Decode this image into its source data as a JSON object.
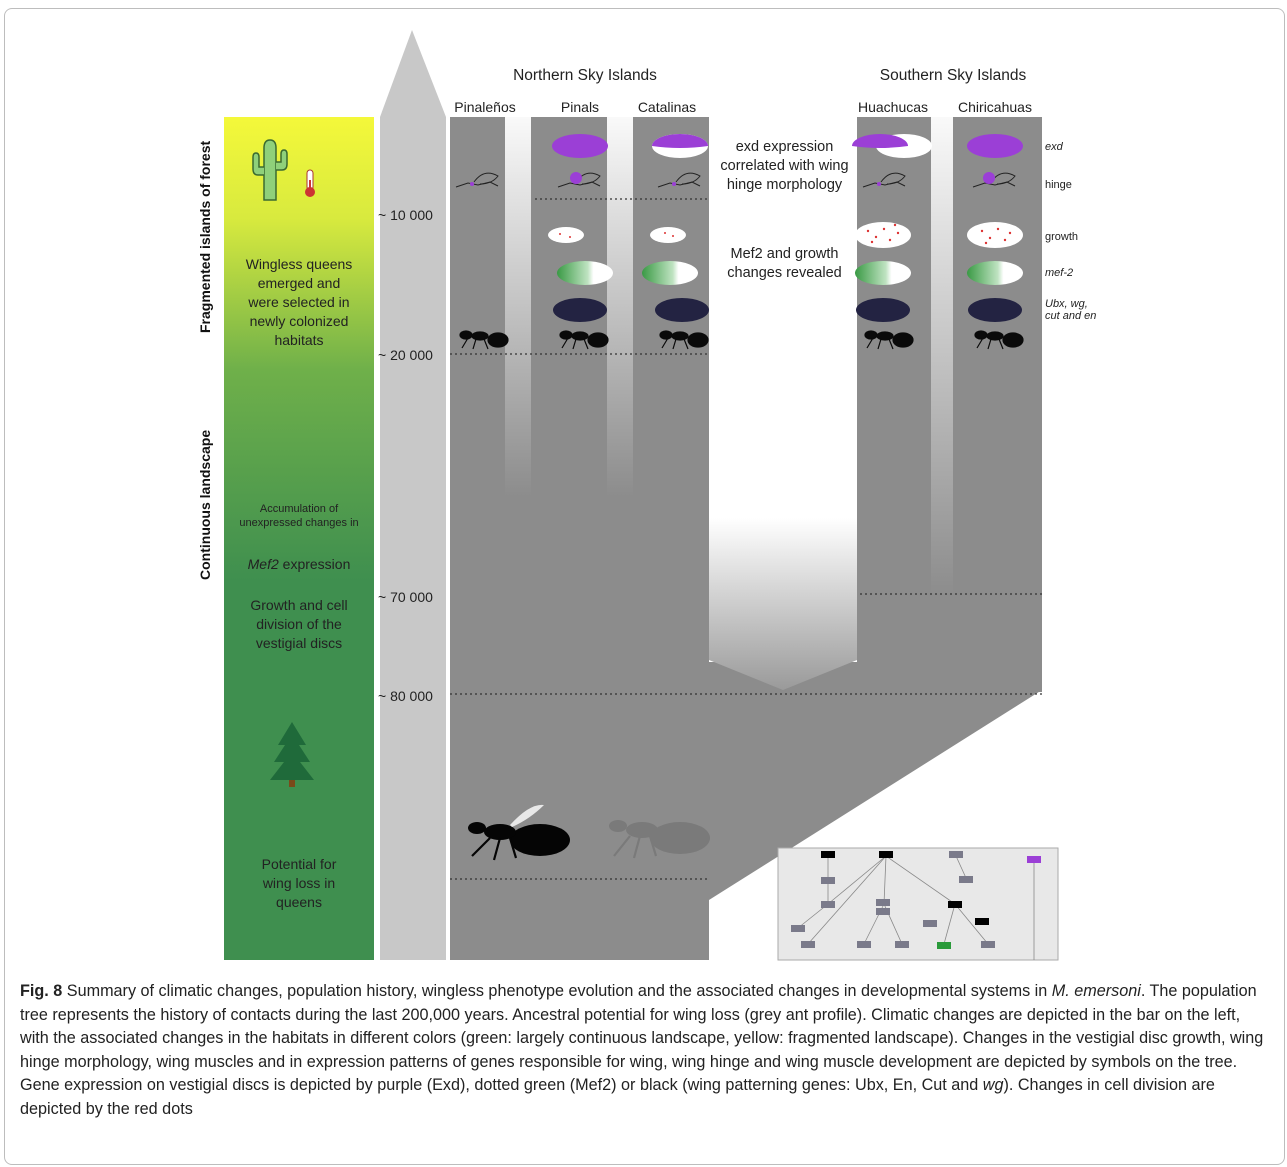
{
  "figure": {
    "side_labels": {
      "fragmented": "Fragmented islands of forest",
      "continuous": "Continuous landscape"
    },
    "stage_texts": {
      "wingless": [
        "Wingless queens",
        "emerged and",
        "were selected in",
        "newly colonized",
        "habitats"
      ],
      "accum1": "Accumulation of",
      "accum2": "unexpressed changes in",
      "mef2_italic": "Mef2",
      "mef2_rest": " expression",
      "growth": [
        "Growth and cell",
        "division of the",
        "vestigial discs"
      ],
      "potential": [
        "Potential  for",
        "wing loss in",
        "queens"
      ]
    },
    "time_labels": [
      "~ 10 000",
      "~ 20 000",
      "~ 70 000",
      "~ 80 000"
    ],
    "groups": {
      "north": "Northern Sky Islands",
      "south": "Southern Sky Islands"
    },
    "populations": [
      "Pinaleños",
      "Pinals",
      "Catalinas",
      "Huachucas",
      "Chiricahuas"
    ],
    "annotations": {
      "exd": [
        "exd expression",
        "correlated with wing",
        "hinge morphology"
      ],
      "mef2": [
        "Mef2 and growth",
        "changes revealed"
      ]
    },
    "row_labels": {
      "exd": "exd",
      "hinge": "hinge",
      "growth": "growth",
      "mef": "mef-2",
      "ubx1": "Ubx, wg,",
      "ubx2": "cut and en"
    },
    "colors": {
      "fragmented": "#eaf23a",
      "continuous": "#3f8f4f",
      "tree": "#8c8c8c",
      "exd": "#9b3fd6",
      "patterning": "#232342",
      "mef2": "#2f9a3f",
      "growth": "#d33"
    }
  },
  "caption": {
    "fig": "Fig. 8",
    "t1": " Summary of climatic changes, population history, wingless phenotype evolution and the associated changes in developmental systems in ",
    "species": "M. emersoni",
    "t2": ". The population tree represents the history of contacts during the last 200,000 years. Ancestral potential for wing loss (grey ant profile). Climatic changes are depicted in the bar on the left, with the associated changes in the habitats in different colors (green: largely continuous landscape, yellow: fragmented landscape). Changes in the vestigial disc growth, wing hinge morphology, wing muscles and in expression patterns of genes responsible for wing, wing hinge and wing muscle development are depicted by symbols on the tree. Gene expression on vestigial discs is depicted by purple (Exd), dotted green (Mef2) or black (wing patterning genes: Ubx, En, Cut and ",
    "wg": "wg",
    "t3": "). Changes in cell division are depicted by the red dots"
  }
}
